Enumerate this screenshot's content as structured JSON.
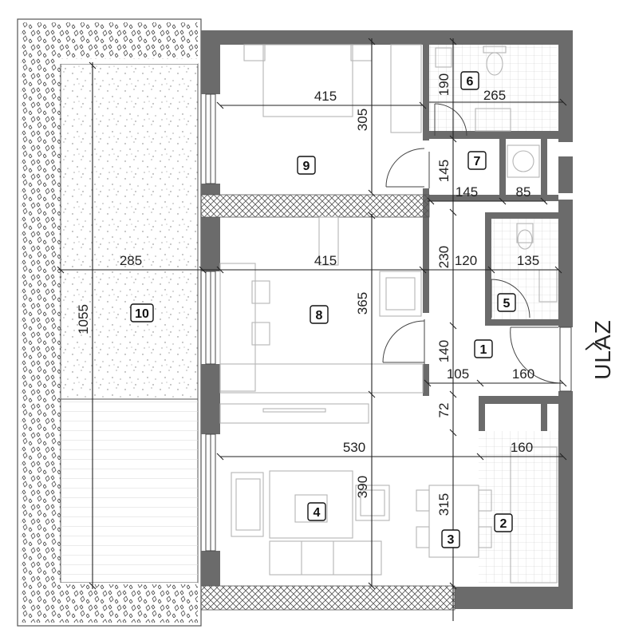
{
  "plan": {
    "entrance_label": "ULAZ",
    "rooms": [
      {
        "id": "1"
      },
      {
        "id": "2"
      },
      {
        "id": "3"
      },
      {
        "id": "4"
      },
      {
        "id": "5"
      },
      {
        "id": "6"
      },
      {
        "id": "7"
      },
      {
        "id": "8"
      },
      {
        "id": "9"
      },
      {
        "id": "10"
      }
    ],
    "dimensions": {
      "bed_width": "415",
      "bed_height": "305",
      "bath6_height": "190",
      "bath6_width": "265",
      "room7_height": "145",
      "room7_width": "145",
      "laundry_width": "85",
      "terrace_width": "285",
      "room8_width": "415",
      "hall_height": "230",
      "hall_width": "120",
      "bath5_width": "135",
      "terrace_height": "1055",
      "room8_height": "365",
      "hall_lower_height": "140",
      "hall_left_width": "105",
      "hall_right_width": "160",
      "gap_height": "72",
      "living_width": "530",
      "kitchen_width": "160",
      "living_height": "390",
      "dining_height": "315"
    },
    "colors": {
      "wall": "#6b6b6b",
      "line": "#333333",
      "furniture": "#b5b5b5"
    }
  }
}
